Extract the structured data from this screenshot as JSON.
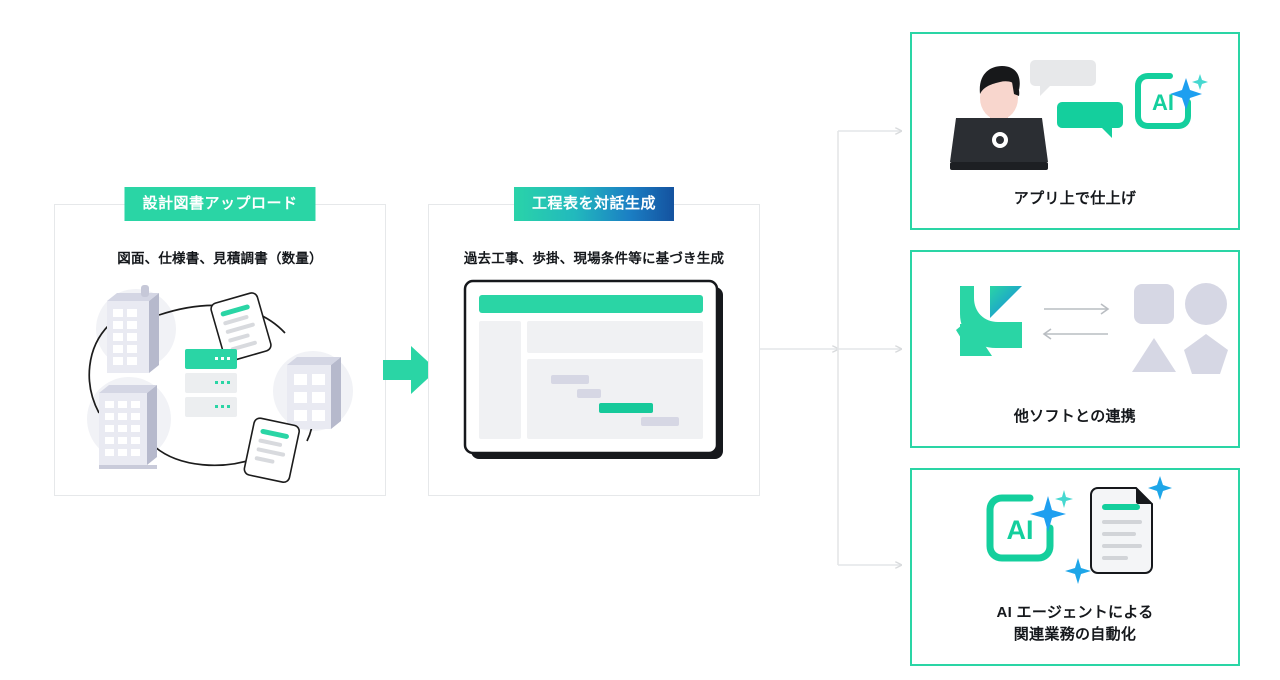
{
  "diagram": {
    "title": "AI construction schedule generation flow",
    "colors": {
      "green": "#2ad5a5",
      "blue": "#14529f",
      "panel_border": "#e6e8ea",
      "connector": "#e2e4e6",
      "shape_gray": "#d6d7e4",
      "text": "#15181c"
    }
  },
  "flow": {
    "arrow_icon": "arrow-right-icon",
    "panels": [
      {
        "id": "upload",
        "chip_label": "設計図書アップロード",
        "caption": "図面、仕様書、見積調書（数量）",
        "art": "buildings-documents-server-illustration"
      },
      {
        "id": "generate",
        "chip_label": "工程表を対話生成",
        "caption": "過去工事、歩掛、現場条件等に基づき生成",
        "art": "tablet-gantt-chart-illustration"
      }
    ]
  },
  "outcomes": {
    "cards": [
      {
        "id": "app",
        "label_lines": [
          "アプリ上で仕上げ"
        ],
        "art": "person-laptop-chat-ai-illustration"
      },
      {
        "id": "link",
        "label_lines": [
          "他ソフトとの連携"
        ],
        "art": "logo-exchange-shapes-illustration"
      },
      {
        "id": "agent",
        "label_lines": [
          "AI エージェントによる",
          "関連業務の自動化"
        ],
        "art": "ai-badge-document-sparkles-illustration"
      }
    ]
  },
  "badges": {
    "ai_text": "AI"
  }
}
